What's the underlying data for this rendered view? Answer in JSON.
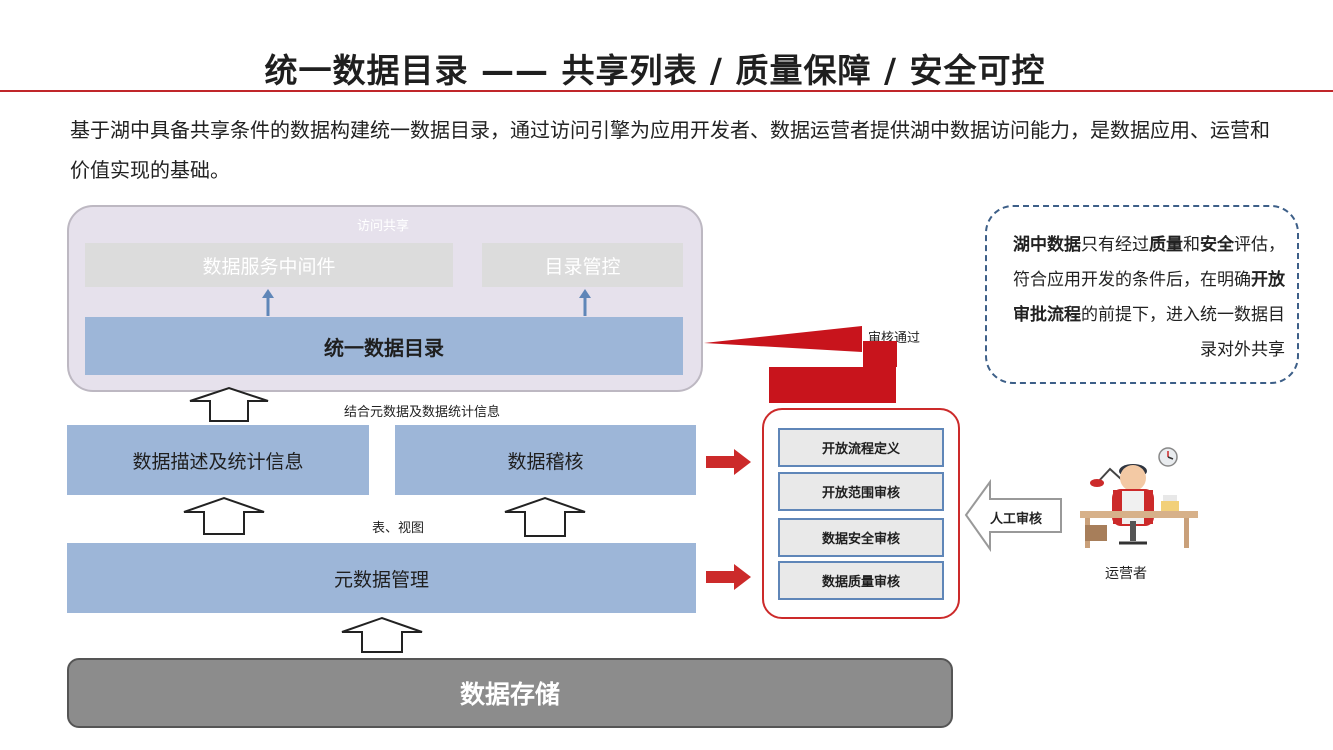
{
  "header": {
    "title": "统一数据目录 —— 共享列表 / 质量保障 / 安全可控"
  },
  "intro": {
    "text": "基于湖中具备共享条件的数据构建统一数据目录，通过访问引擎为应用开发者、数据运营者提供湖中数据访问能力，是数据应用、运营和价值实现的基础。"
  },
  "access_panel": {
    "label": "访问共享",
    "middleware": "数据服务中间件",
    "catalog_mgmt": "目录管控",
    "unified_catalog": "统一数据目录"
  },
  "flow": {
    "combine_label": "结合元数据及数据统计信息",
    "desc_stats": "数据描述及统计信息",
    "audit": "数据稽核",
    "tables_label": "表、视图",
    "metadata_mgmt": "元数据管理",
    "storage": "数据存储"
  },
  "approval": {
    "approved_label": "审核通过",
    "items": [
      "开放流程定义",
      "开放范围审核",
      "数据安全审核",
      "数据质量审核"
    ],
    "manual_label": "人工审核",
    "operator_label": "运营者"
  },
  "note": {
    "segments": [
      {
        "text": "湖中数据",
        "bold": true
      },
      {
        "text": "只有经过",
        "bold": false
      },
      {
        "text": "质量",
        "bold": true
      },
      {
        "text": "和",
        "bold": false
      },
      {
        "text": "安全",
        "bold": true
      },
      {
        "text": "评估，符合应用开发的条件后，在明确",
        "bold": false
      },
      {
        "text": "开放审批流程",
        "bold": true
      },
      {
        "text": "的前提下，进入统一数据目录对外共享",
        "bold": false
      }
    ]
  },
  "colors": {
    "accent_red": "#c0262a",
    "box_blue": "#9db6d8",
    "panel_lavender": "#e6e1ec",
    "storage_gray": "#8c8c8c",
    "note_border": "#3d5f88"
  }
}
